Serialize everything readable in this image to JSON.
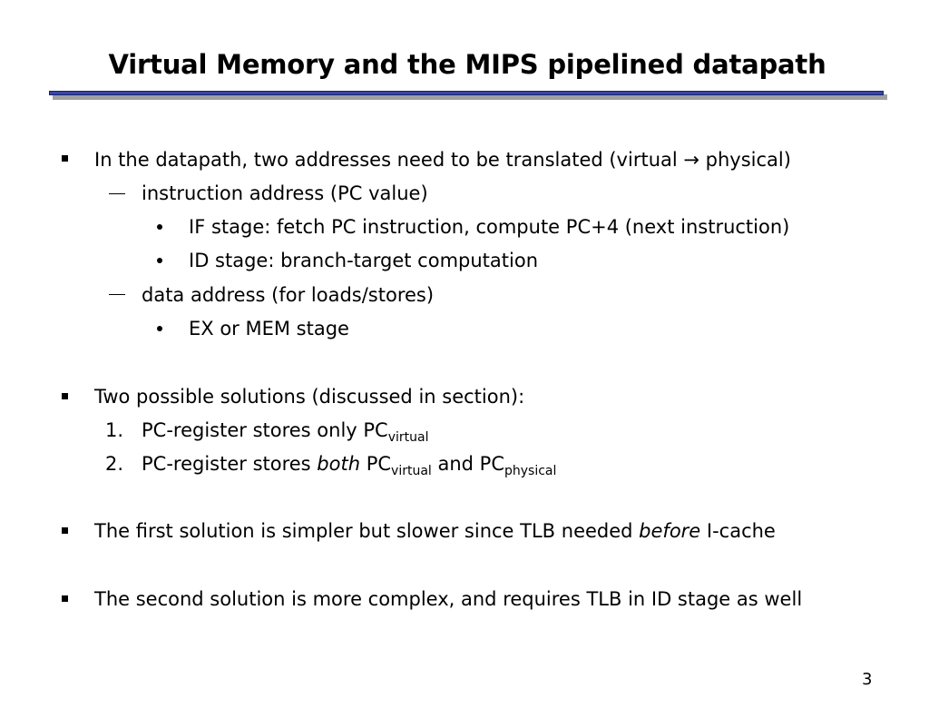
{
  "slide": {
    "title": "Virtual Memory and the MIPS pipelined datapath",
    "page_number": "3",
    "bullets": {
      "b1": "In the datapath, two addresses need to be translated (virtual → physical)",
      "b1_sub1": "instruction address (PC value)",
      "b1_sub1_a": "IF stage: fetch PC instruction, compute PC+4 (next instruction)",
      "b1_sub1_b": "ID stage: branch-target computation",
      "b1_sub2": "data address (for loads/stores)",
      "b1_sub2_a": "EX or MEM stage",
      "b2": "Two possible solutions (discussed in section):",
      "b2_item1_num": "1.",
      "b2_item1_text": "PC-register stores only PC",
      "b2_item1_sub": "virtual",
      "b2_item2_num": "2.",
      "b2_item2_text_a": "PC-register stores ",
      "b2_item2_emph": "both",
      "b2_item2_text_b": " PC",
      "b2_item2_sub1": "virtual",
      "b2_item2_text_c": " and PC",
      "b2_item2_sub2": "physical",
      "b3_text_a": "The first solution is simpler but slower since TLB needed ",
      "b3_emph": "before",
      "b3_text_b": " I-cache",
      "b4": "The second solution is more complex, and requires TLB in ID stage as well"
    }
  }
}
